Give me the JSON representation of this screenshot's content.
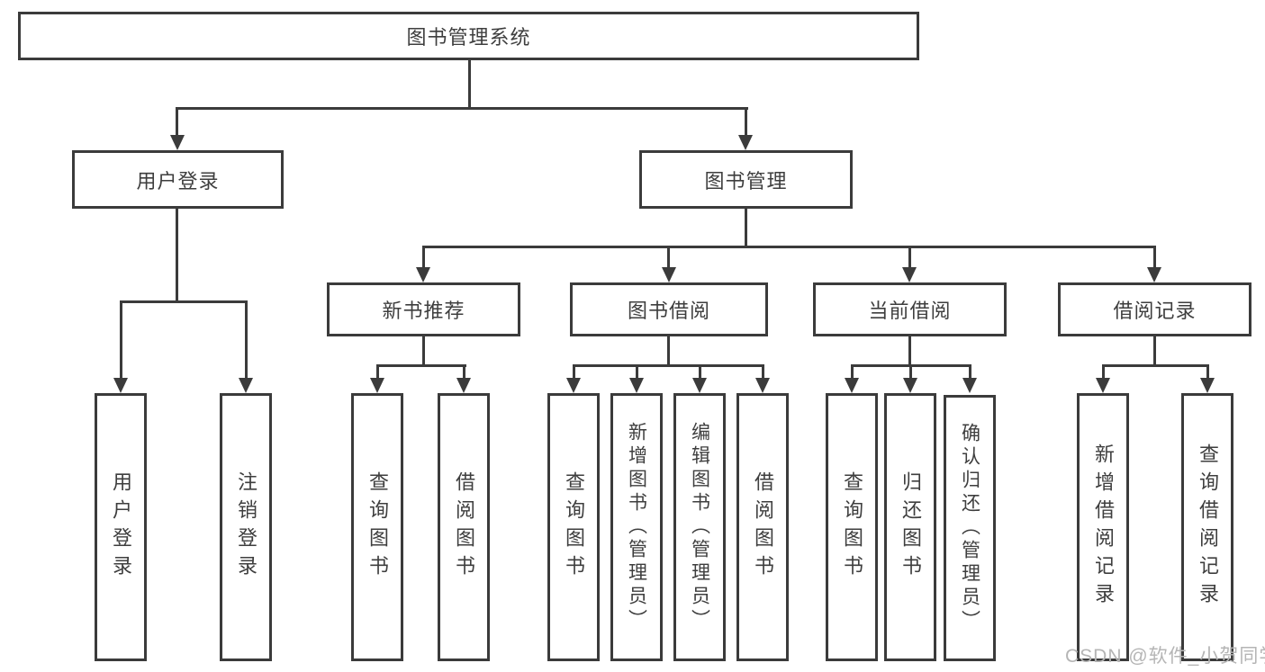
{
  "diagram": {
    "root_label": "图书管理系统",
    "level2": {
      "user_login": "用户登录",
      "book_management": "图书管理"
    },
    "level3": {
      "new_book_recommend": "新书推荐",
      "book_borrow": "图书借阅",
      "current_borrow": "当前借阅",
      "borrow_records": "借阅记录"
    },
    "leaves": {
      "user_login": "用户登录",
      "logout": "注销登录",
      "recommend_query_books": "查询图书",
      "recommend_borrow_books": "借阅图书",
      "borrow_query_books": "查询图书",
      "borrow_add_books": "新增图书（管理员）",
      "borrow_edit_books": "编辑图书（管理员）",
      "borrow_borrow_books": "借阅图书",
      "current_query_books": "查询图书",
      "current_return_books": "归还图书",
      "current_confirm_return": "确认归还（管理员）",
      "records_add_record": "新增借阅记录",
      "records_query_record": "查询借阅记录"
    },
    "watermark": "CSDN @软件_小贺同学"
  },
  "colors": {
    "line": "#3b3b3b",
    "text": "#3e3e3e",
    "watermark": "#b5b5b5",
    "background": "#ffffff"
  }
}
